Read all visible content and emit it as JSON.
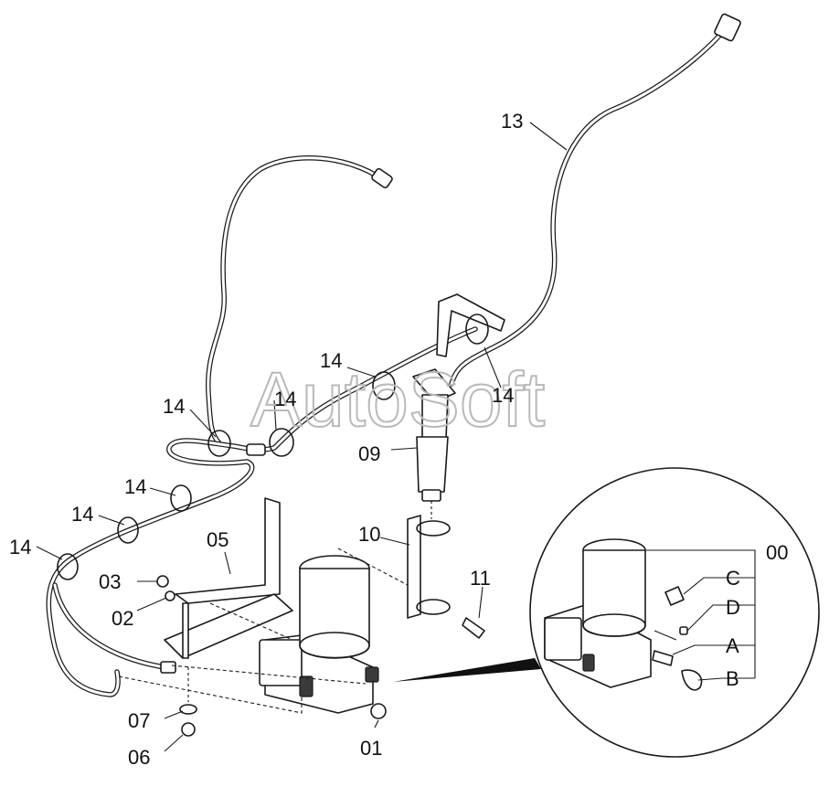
{
  "watermark": "AutoSoft",
  "callouts": {
    "c00": "00",
    "c01": "01",
    "c02": "02",
    "c03": "03",
    "c05": "05",
    "c06": "06",
    "c07": "07",
    "c09": "09",
    "c10": "10",
    "c11": "11",
    "c13": "13",
    "c14": "14",
    "cA": "A",
    "cB": "B",
    "cC": "C",
    "cD": "D"
  },
  "colors": {
    "line": "#1a1a1a",
    "background": "#ffffff",
    "watermark": "#b9b9b9"
  }
}
